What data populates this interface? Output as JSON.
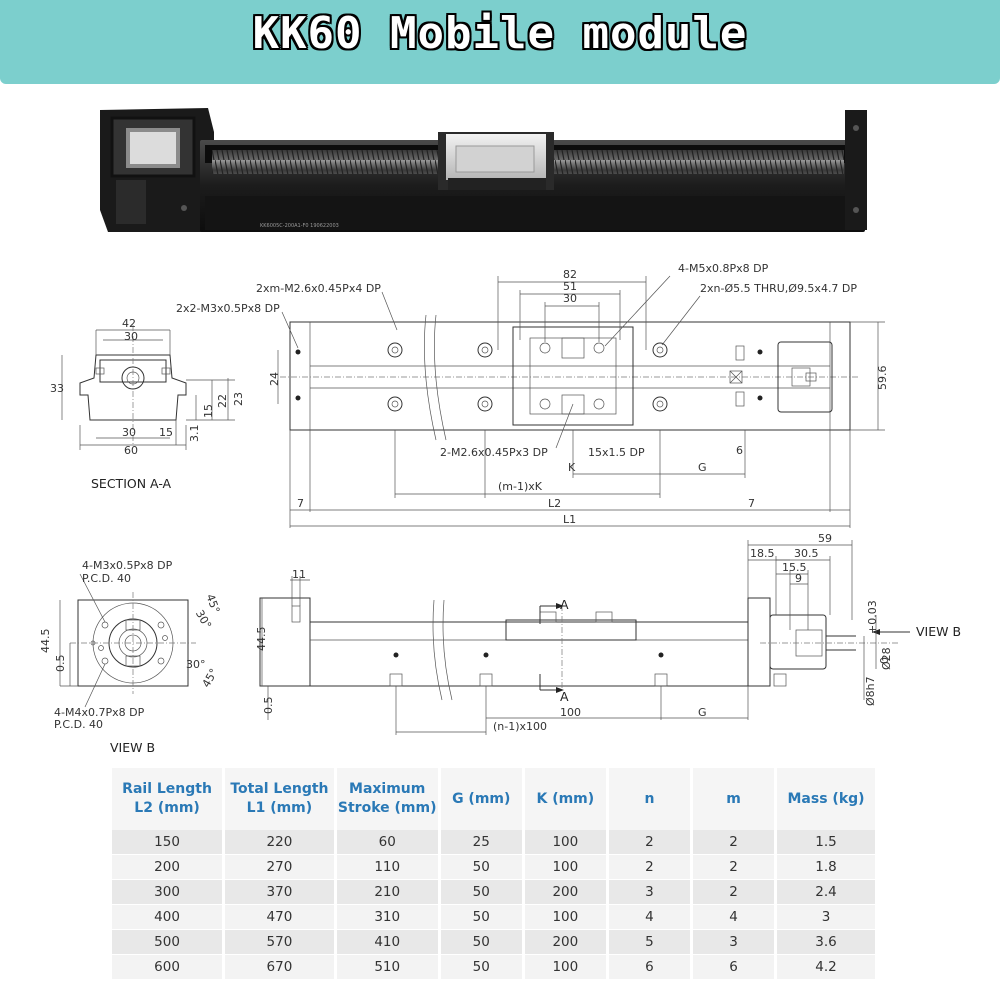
{
  "title": "KK60 Mobile module",
  "drawing": {
    "plan_view": {
      "dims": [
        "82",
        "51",
        "30",
        "24",
        "59.6",
        "6",
        "K",
        "G",
        "(m-1)xK",
        "L2",
        "L1",
        "7",
        "7"
      ],
      "notes": [
        "2xm-M2.6x0.45Px4 DP",
        "2x2-M3x0.5Px8 DP",
        "4-M5x0.8Px8 DP",
        "2xn-Ø5.5 THRU,Ø9.5x4.7 DP",
        "2-M2.6x0.45Px3 DP",
        "15x1.5 DP"
      ]
    },
    "section_a": {
      "label": "SECTION A-A",
      "dims": [
        "42",
        "30",
        "33",
        "15",
        "22",
        "23",
        "30",
        "15",
        "3.1",
        "60"
      ]
    },
    "view_b": {
      "label": "VIEW B",
      "notes": [
        "4-M3x0.5Px8 DP",
        "P.C.D. 40",
        "4-M4x0.7Px8 DP",
        "P.C.D. 40"
      ],
      "dims": [
        "44.5",
        "0.5",
        "30°",
        "45°",
        "30°",
        "45°"
      ]
    },
    "side_view": {
      "dims": [
        "11",
        "44.5",
        "0.5",
        "100",
        "G",
        "(n-1)x100",
        "59",
        "18.5",
        "30.5",
        "15.5",
        "9",
        "Ø28",
        "+0.03",
        "0",
        "Ø8h7"
      ],
      "section_marker": "A",
      "view_marker": "VIEW B"
    }
  },
  "table": {
    "headers": [
      "Rail Length\nL2 (mm)",
      "Total Length\nL1 (mm)",
      "Maximum\nStroke (mm)",
      "G (mm)",
      "K (mm)",
      "n",
      "m",
      "Mass (kg)"
    ],
    "rows": [
      [
        "150",
        "220",
        "60",
        "25",
        "100",
        "2",
        "2",
        "1.5"
      ],
      [
        "200",
        "270",
        "110",
        "50",
        "100",
        "2",
        "2",
        "1.8"
      ],
      [
        "300",
        "370",
        "210",
        "50",
        "200",
        "3",
        "2",
        "2.4"
      ],
      [
        "400",
        "470",
        "310",
        "50",
        "100",
        "4",
        "4",
        "3"
      ],
      [
        "500",
        "570",
        "410",
        "50",
        "200",
        "5",
        "3",
        "3.6"
      ],
      [
        "600",
        "670",
        "510",
        "50",
        "100",
        "6",
        "6",
        "4.2"
      ]
    ]
  },
  "colors": {
    "banner": "#7ccfcd",
    "header_text": "#2a79b6",
    "module_body": "#1e1e1e"
  }
}
